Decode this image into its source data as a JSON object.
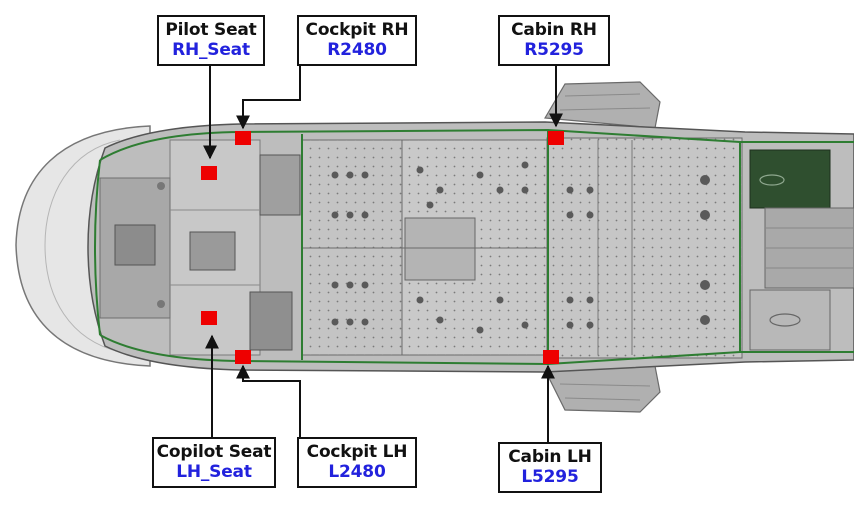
{
  "colors": {
    "label_primary": "#111111",
    "label_code": "#2222dd",
    "sensor_marker": "#ee0000",
    "outline": "#2e7d32",
    "panel": "#b9b9b9"
  },
  "callouts": {
    "pilot_seat": {
      "title": "Pilot Seat",
      "code": "RH_Seat"
    },
    "cockpit_rh": {
      "title": "Cockpit RH",
      "code": "R2480"
    },
    "cabin_rh": {
      "title": "Cabin RH",
      "code": "R5295"
    },
    "copilot_seat": {
      "title": "Copilot Seat",
      "code": "LH_Seat"
    },
    "cockpit_lh": {
      "title": "Cockpit LH",
      "code": "L2480"
    },
    "cabin_lh": {
      "title": "Cabin LH",
      "code": "L5295"
    }
  }
}
